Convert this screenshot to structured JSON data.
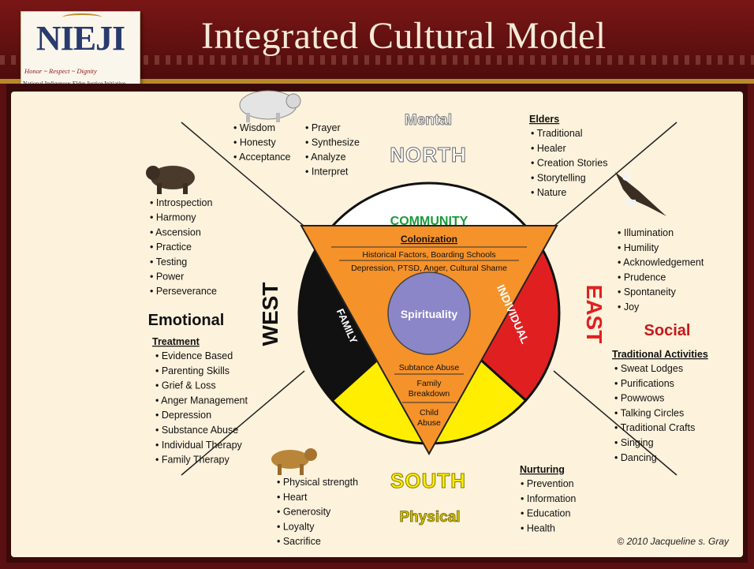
{
  "title": "Integrated Cultural Model",
  "logo": {
    "name": "NIEJI",
    "tagline": "Honor ~ Respect ~ Dignity",
    "org": "National Indigenous Elder Justice Initiative"
  },
  "center": "Spirituality",
  "triangle": {
    "community": "COMMUNITY",
    "colonization": "Colonization",
    "factors1": "Historical Factors, Boarding Schools",
    "factors2": "Depression, PTSD, Anger, Cultural Shame",
    "family": "FAMILY",
    "individual": "INDIVIDUAL",
    "substance": "Subtance Abuse",
    "family_breakdown_1": "Family",
    "family_breakdown_2": "Breakdown",
    "child_1": "Child",
    "child_2": "Abuse"
  },
  "directions": {
    "north": "NORTH",
    "south": "SOUTH",
    "east": "EAST",
    "west": "WEST"
  },
  "realms": {
    "mental": "Mental",
    "physical": "Physical",
    "social": "Social",
    "emotional": "Emotional"
  },
  "north_left": [
    "• Wisdom",
    "• Honesty",
    "• Acceptance"
  ],
  "north_right": [
    "• Prayer",
    "• Synthesize",
    "• Analyze",
    "• Interpret"
  ],
  "elders": {
    "heading": "Elders",
    "items": [
      "• Traditional",
      "• Healer",
      "• Creation Stories",
      "• Storytelling",
      "• Nature"
    ]
  },
  "west_top": [
    "• Introspection",
    "• Harmony",
    "• Ascension",
    "• Practice",
    "• Testing",
    "• Power",
    "• Perseverance"
  ],
  "treatment": {
    "heading": "Treatment",
    "items": [
      "• Evidence Based",
      "• Parenting Skills",
      "• Grief & Loss",
      "• Anger Management",
      "• Depression",
      "• Substance Abuse",
      "• Individual Therapy",
      "• Family Therapy"
    ]
  },
  "east_top": [
    "• Illumination",
    "• Humility",
    "• Acknowledgement",
    "• Prudence",
    "• Spontaneity",
    "• Joy"
  ],
  "traditional": {
    "heading": "Traditional Activities",
    "items": [
      "• Sweat Lodges",
      "• Purifications",
      "• Powwows",
      "• Talking Circles",
      "• Traditional Crafts",
      "• Singing",
      "• Dancing"
    ]
  },
  "south_left": [
    "• Physical strength",
    "• Heart",
    "• Generosity",
    "• Loyalty",
    "• Sacrifice"
  ],
  "nurturing": {
    "heading": "Nurturing",
    "items": [
      "• Prevention",
      "• Information",
      "• Education",
      "• Health"
    ]
  },
  "copyright": "© 2010 Jacqueline s. Gray",
  "colors": {
    "north": "#ffffff",
    "east": "#e02020",
    "south": "#ffee00",
    "west": "#111111",
    "triangle": "#f5922a",
    "center": "#8a86c8",
    "community": "#1a9a3a",
    "physical": "#d8c800",
    "social": "#c41a1a"
  },
  "animals": {
    "north": "buffalo-icon",
    "east": "eagle-icon",
    "west": "bear-icon",
    "south": "cougar-icon"
  }
}
